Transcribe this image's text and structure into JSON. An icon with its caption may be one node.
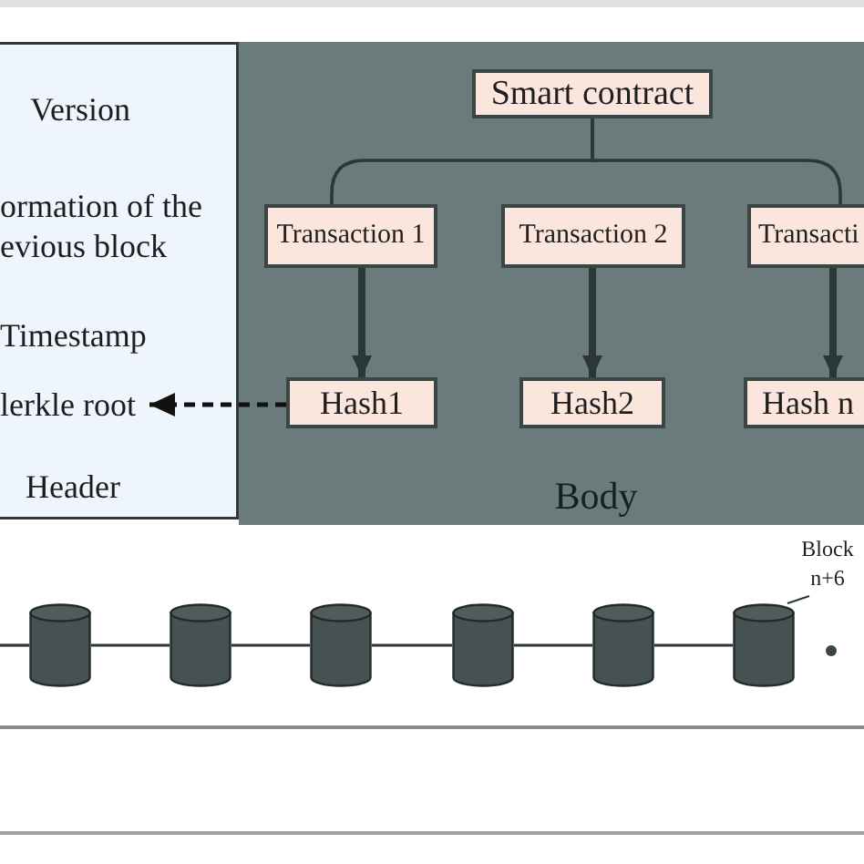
{
  "diagram": {
    "nodes": [
      {
        "text": [
          "Version",
          "ormation of the evious block",
          "Timestamp",
          "Header"
        ]
      },
      {
        "text": [
          "lerkle root"
        ],
        "in": 0
      },
      {
        "text": [
          "Body"
        ]
      },
      {
        "text": [
          "Smart contract"
        ],
        "in": 2
      },
      {
        "text": [
          "Transaction 1"
        ],
        "in": 2
      },
      {
        "text": [
          "Transaction 2"
        ],
        "in": 2
      },
      {
        "text": [
          "Transacti"
        ],
        "in": 2
      },
      {
        "text": [
          "Hash1"
        ],
        "in": 2
      },
      {
        "text": [
          "Hash2"
        ],
        "in": 2
      },
      {
        "text": [
          "Hash n"
        ],
        "in": 2
      },
      {
        "text": [
          "Block n+6"
        ]
      },
      {
        "text": [],
        "shape": "cylinder"
      },
      {
        "text": [],
        "shape": "cylinder"
      },
      {
        "text": [],
        "shape": "cylinder"
      },
      {
        "text": [],
        "shape": "cylinder"
      },
      {
        "text": [],
        "shape": "cylinder"
      },
      {
        "text": [],
        "shape": "cylinder"
      }
    ],
    "edges": [
      {
        "from": 3,
        "to": 4,
        "arrow": "none"
      },
      {
        "from": 3,
        "to": 6,
        "arrow": "none"
      },
      {
        "from": 4,
        "to": 7,
        "arrow": "to",
        "style": "thick"
      },
      {
        "from": 5,
        "to": 8,
        "arrow": "to",
        "style": "thick"
      },
      {
        "from": 6,
        "to": 9,
        "arrow": "to",
        "style": "thick"
      },
      {
        "from": 7,
        "to": 1,
        "arrow": "to",
        "style": "dashed",
        "color": "#111111"
      },
      {
        "from": 10,
        "to": 16,
        "arrow": "none"
      },
      {
        "from": null,
        "to": 11,
        "arrow": "none"
      },
      {
        "from": 11,
        "to": 12,
        "arrow": "none"
      },
      {
        "from": 12,
        "to": 13,
        "arrow": "none"
      },
      {
        "from": 13,
        "to": 14,
        "arrow": "none"
      },
      {
        "from": 14,
        "to": 15,
        "arrow": "none"
      },
      {
        "from": 15,
        "to": 16,
        "arrow": "none"
      }
    ]
  }
}
